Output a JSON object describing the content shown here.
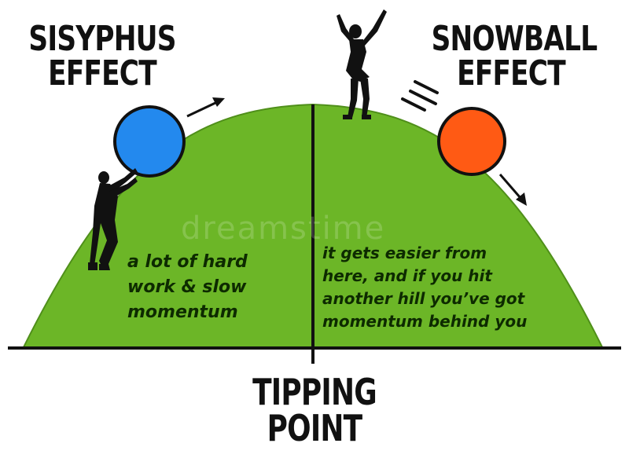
{
  "titles": {
    "left": [
      "SISYPHUS",
      "EFFECT"
    ],
    "right": [
      "SNOWBALL",
      "EFFECT"
    ],
    "bottom": [
      "TIPPING",
      "POINT"
    ]
  },
  "captions": {
    "left": [
      "a lot of hard",
      "work & slow",
      "momentum"
    ],
    "right": [
      "it gets easier from",
      "here, and if you hit",
      "another hill you’ve got",
      "momentum behind you"
    ]
  },
  "watermark": "dreamstime",
  "colors": {
    "hill": "#6cb627",
    "hill_edge": "#4f8f1a",
    "ball_left": "#2389ee",
    "ball_right": "#ff5a14",
    "ink": "#111111"
  },
  "icons": {
    "figure_left": "person-pushing-silhouette",
    "figure_right": "person-cheering-silhouette",
    "arrow_left": "arrow-up-right-icon",
    "arrow_right": "arrow-down-right-icon",
    "motion_lines": "speed-lines-icon"
  }
}
